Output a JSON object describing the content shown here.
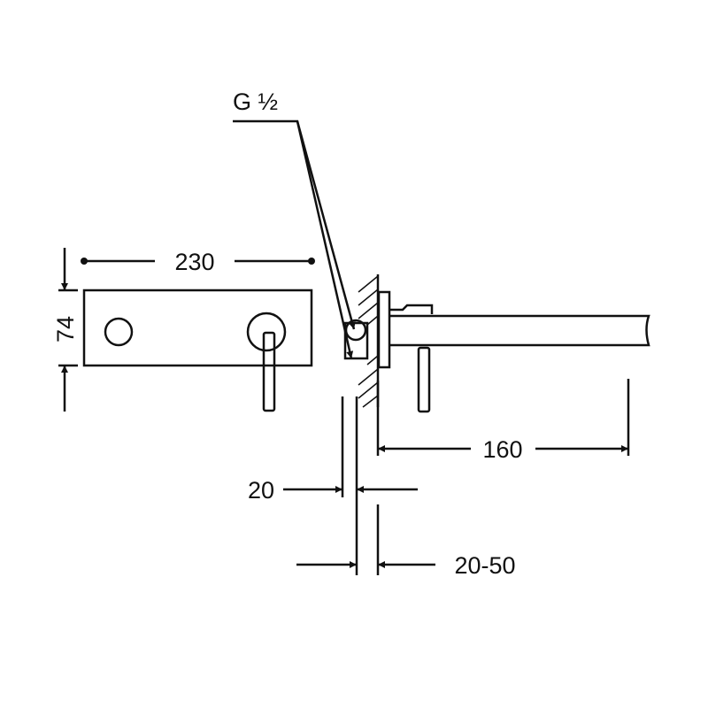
{
  "labels": {
    "thread": "G ½",
    "width": "230",
    "height": "74",
    "projection": "160",
    "plate_depth": "20",
    "wall_range": "20-50"
  },
  "colors": {
    "line": "#111111",
    "background": "#ffffff"
  }
}
